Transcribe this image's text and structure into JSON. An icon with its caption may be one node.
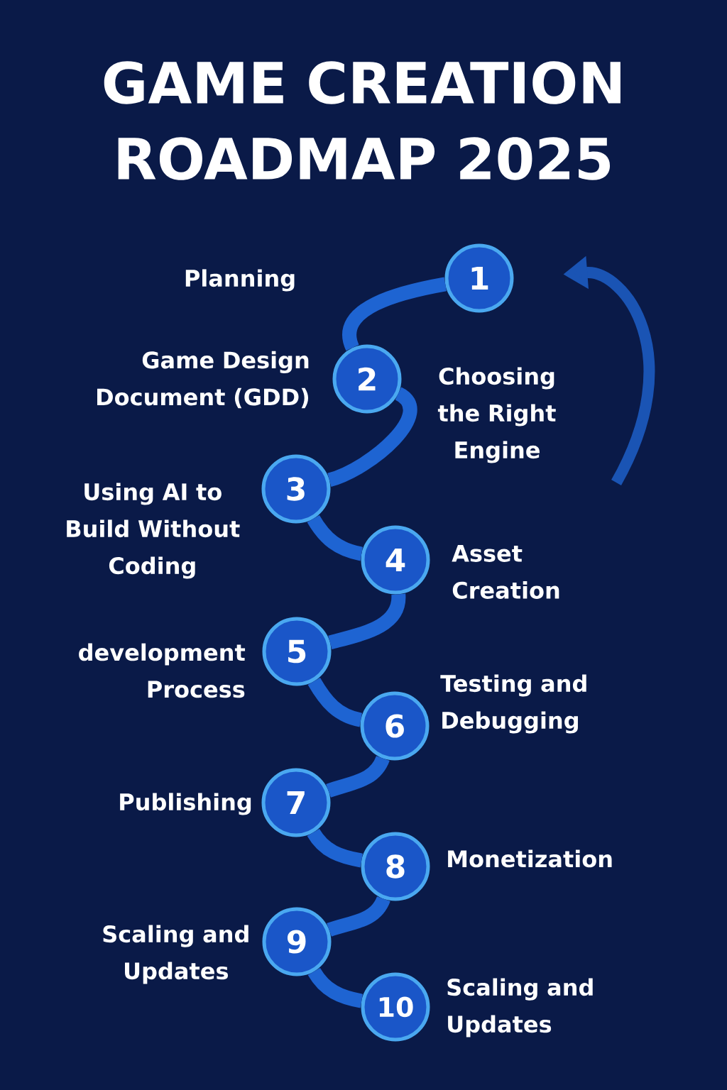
{
  "diagram": {
    "title": "GAME CREATION ROADMAP 2025",
    "nodes": [
      {
        "text": [
          "1"
        ]
      },
      {
        "text": [
          "2"
        ],
        "beside": [
          "Game Design Document (GDD)"
        ]
      },
      {
        "text": [
          "3"
        ],
        "beside": [
          "Using AI to Build Without Coding"
        ]
      },
      {
        "text": [
          "4"
        ],
        "beside": [
          "Asset Creation"
        ]
      },
      {
        "text": [
          "5"
        ],
        "beside": [
          "development Process"
        ]
      },
      {
        "text": [
          "6"
        ],
        "beside": [
          "Testing and Debugging"
        ]
      },
      {
        "text": [
          "7"
        ],
        "beside": [
          "Publishing"
        ]
      },
      {
        "text": [
          "8"
        ],
        "beside": [
          "Monetization"
        ]
      },
      {
        "text": [
          "9"
        ],
        "beside": [
          "Scaling and Updates"
        ]
      },
      {
        "text": [
          "10"
        ],
        "beside": [
          "Scaling and Updates"
        ]
      }
    ],
    "edges": [
      {
        "from": 0,
        "to": 1,
        "arrow": "none"
      },
      {
        "from": 1,
        "to": 2,
        "arrow": "none"
      },
      {
        "from": 2,
        "to": 3,
        "arrow": "none"
      },
      {
        "from": 3,
        "to": 4,
        "arrow": "none"
      },
      {
        "from": 4,
        "to": 5,
        "arrow": "none"
      },
      {
        "from": 5,
        "to": 6,
        "arrow": "none"
      },
      {
        "from": 6,
        "to": 7,
        "arrow": "none"
      },
      {
        "from": 7,
        "to": 8,
        "arrow": "none"
      },
      {
        "from": 8,
        "to": 9,
        "arrow": "none"
      },
      {
        "from": null,
        "to": 0,
        "arrow": "to"
      }
    ],
    "labels": [
      "Planning",
      "Choosing the Right Engine"
    ]
  }
}
